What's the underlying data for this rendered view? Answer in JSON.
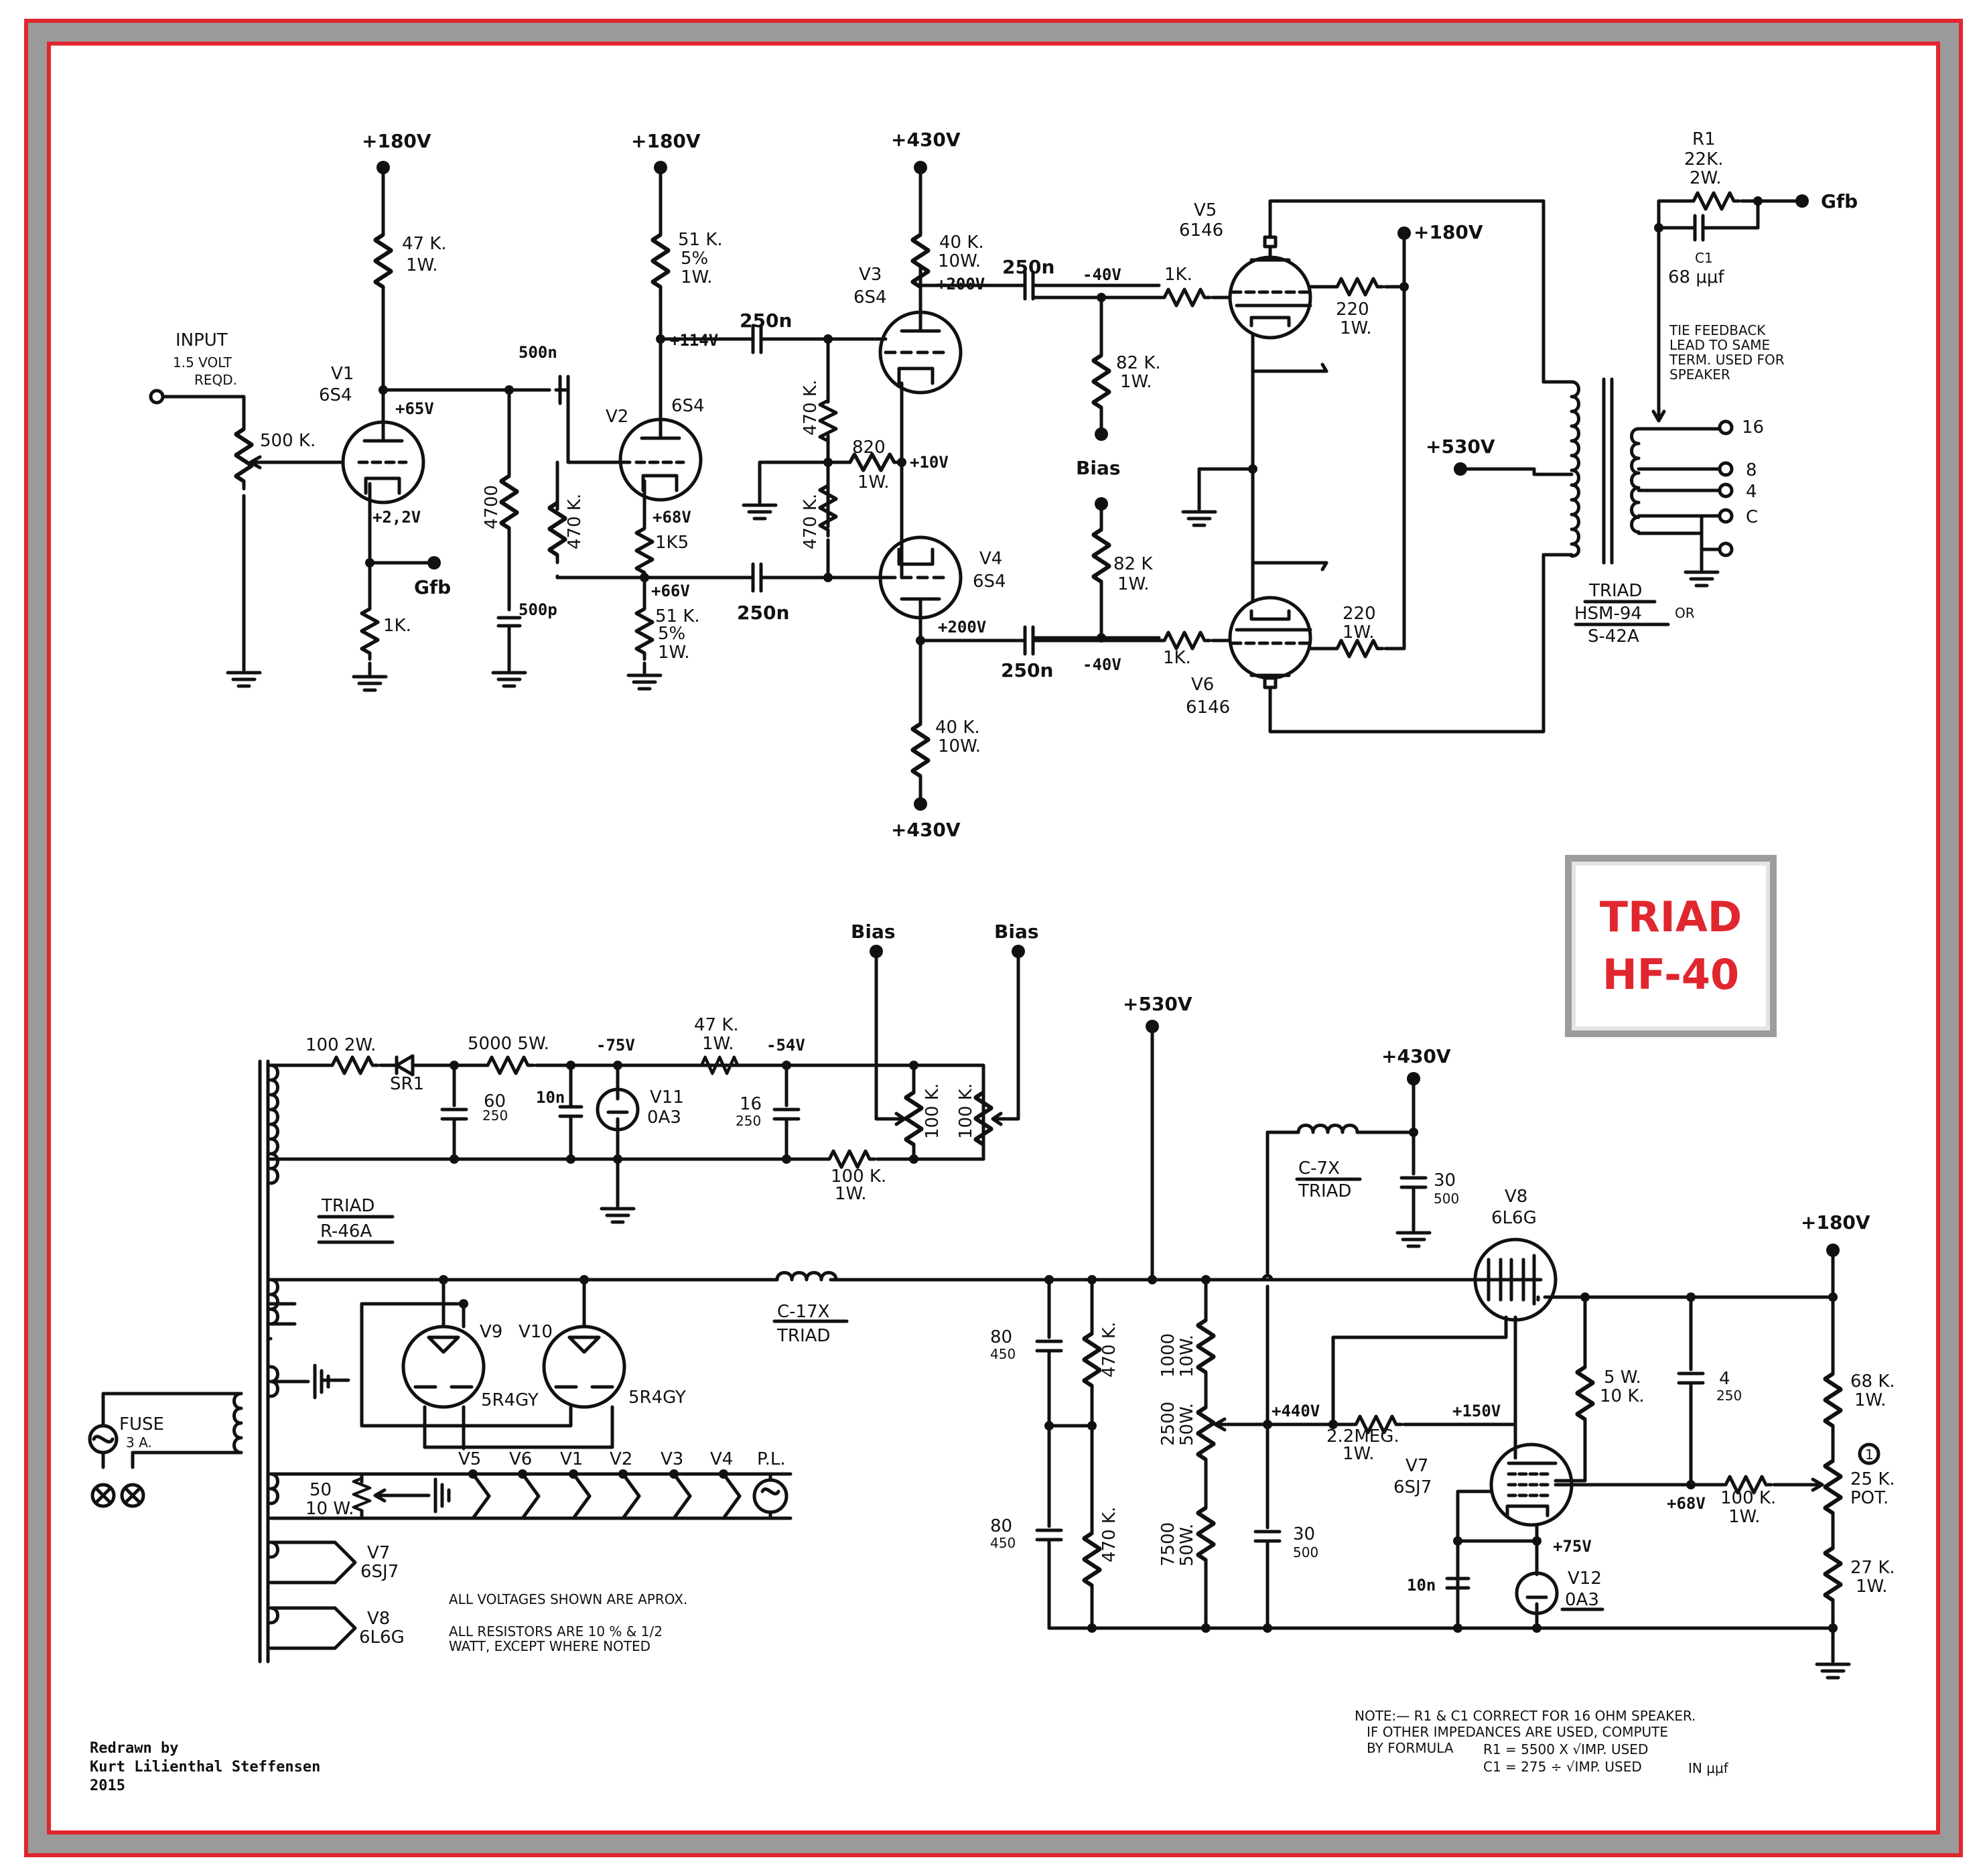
{
  "title": {
    "line1": "TRIAD",
    "line2": "HF-40"
  },
  "credit": {
    "line1": "Redrawn by",
    "line2": "Kurt Lilienthal Steffensen",
    "line3": "2015"
  },
  "rails": {
    "v180": "+180V",
    "v430": "+430V",
    "v530": "+530V",
    "bias": "Bias",
    "gfb": "Gfb"
  },
  "input": {
    "label": "INPUT",
    "note1": "1.5 VOLT",
    "note2": "REQD.",
    "pot": "500 K."
  },
  "tubes": {
    "v1": {
      "name": "V1",
      "type": "6S4"
    },
    "v2": {
      "name": "V2",
      "type": "6S4"
    },
    "v3": {
      "name": "V3",
      "type": "6S4"
    },
    "v4": {
      "name": "V4",
      "type": "6S4"
    },
    "v5": {
      "name": "V5",
      "type": "6146"
    },
    "v6": {
      "name": "V6",
      "type": "6146"
    },
    "v7": {
      "name": "V7",
      "type": "6SJ7"
    },
    "v8": {
      "name": "V8",
      "type": "6L6G"
    },
    "v9": "V9",
    "v10": "V10",
    "rect": "5R4GY",
    "v11": {
      "name": "V11",
      "type": "0A3"
    },
    "v12": {
      "name": "V12",
      "type": "0A3"
    }
  },
  "parts": {
    "r47k": "47 K.",
    "w1": "1W.",
    "r51k": "51 K.",
    "p5": "5%",
    "r1k": "1K.",
    "r4700": "4700",
    "c500n": "500n",
    "c500p": "500p",
    "r470k": "470 K.",
    "r1k5": "1K5",
    "c250n": "250n",
    "r470kv": "470 K.",
    "r820": "820",
    "r40k": "40 K.",
    "w10": "10W.",
    "r82k": "82 K.",
    "r82k2": "82 K",
    "r220": "220",
    "r1": "R1",
    "r1v": "22K.",
    "r1w": "2W.",
    "c1": "C1",
    "c1v": "68 μμf",
    "tie1": "TIE FEEDBACK",
    "tie2": "LEAD TO SAME",
    "tie3": "TERM. USED FOR",
    "tie4": "SPEAKER",
    "tap16": "16",
    "tap8": "8",
    "tap4": "4",
    "tapc": "C",
    "ot1": "TRIAD",
    "ot2": "HSM-94",
    "ot3": "OR",
    "ot4": "S-42A"
  },
  "volts": {
    "v65": "+65V",
    "v22": "+2,2V",
    "v114": "+114V",
    "v68": "+68V",
    "v66": "+66V",
    "v200": "+200V",
    "v10": "+10V",
    "vm40": "-40V",
    "vm75": "-75V",
    "vm54": "-54V",
    "v440": "+440V",
    "v150": "+150V",
    "v75": "+75V",
    "v68b": "+68V"
  },
  "psu": {
    "r100": "100 2W.",
    "sr1": "SR1",
    "r5000": "5000 5W.",
    "c60": "60",
    "c60v": "250",
    "c10n": "10n",
    "r47k": "47 K.",
    "w1": "1W.",
    "c16": "16",
    "c16v": "250",
    "r100k": "100 K.",
    "r100k2": "100 K.",
    "ptname": "TRIAD",
    "pt": "R-46A",
    "ch1": "C-17X",
    "ch1b": "TRIAD",
    "ch2": "C-7X",
    "ch2b": "TRIAD",
    "c80": "80",
    "c80v": "450",
    "r470k": "470 K.",
    "r1000": "1000",
    "r1000w": "10W.",
    "r2500": "2500",
    "r2500w": "50W.",
    "r7500": "7500",
    "r7500w": "50W.",
    "c30": "30",
    "c30v": "500",
    "r22meg": "2.2MEG.",
    "r5w": "5 W.",
    "r10k": "10 K.",
    "c4": "4",
    "c4v": "250",
    "r68k": "68 K.",
    "r25k": "25 K.",
    "pot": "POT.",
    "r27k": "27 K.",
    "circ1": "1",
    "r50": "50",
    "r50w": "10 W.",
    "fuse": "FUSE",
    "fusev": "3 A.",
    "pl": "P.L.",
    "htr": [
      "V5",
      "V6",
      "V1",
      "V2",
      "V3",
      "V4"
    ]
  },
  "notes": {
    "a": "ALL VOLTAGES SHOWN ARE APROX.",
    "b1": "ALL RESISTORS ARE 10 % & 1/2",
    "b2": "WATT, EXCEPT WHERE NOTED",
    "n1": "NOTE:— R1 & C1 CORRECT FOR 16 OHM SPEAKER.",
    "n2": "IF OTHER IMPEDANCES ARE USED, COMPUTE",
    "n3": "BY FORMULA",
    "f1": "R1 = 5500 X √IMP. USED",
    "f2": "C1 = 275 ÷ √IMP. USED",
    "f3": "IN μμf"
  }
}
